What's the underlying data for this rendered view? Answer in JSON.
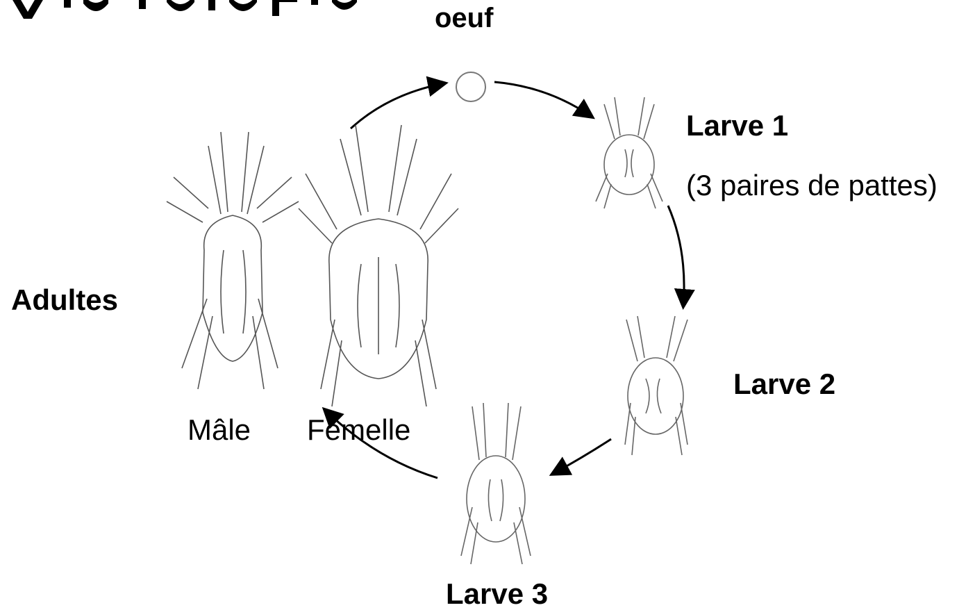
{
  "stages": {
    "egg": "oeuf",
    "larva1": "Larve 1",
    "larva1_note": "(3 paires de pattes)",
    "larva2": "Larve 2",
    "larva3": "Larve 3",
    "adults": "Adultes",
    "male": "Mâle",
    "female": "Femelle"
  },
  "cycle_order": [
    "oeuf",
    "Larve 1",
    "Larve 2",
    "Larve 3",
    "Adultes"
  ],
  "colors": {
    "ink": "#000000",
    "drawing": "#555555",
    "background": "#ffffff"
  }
}
